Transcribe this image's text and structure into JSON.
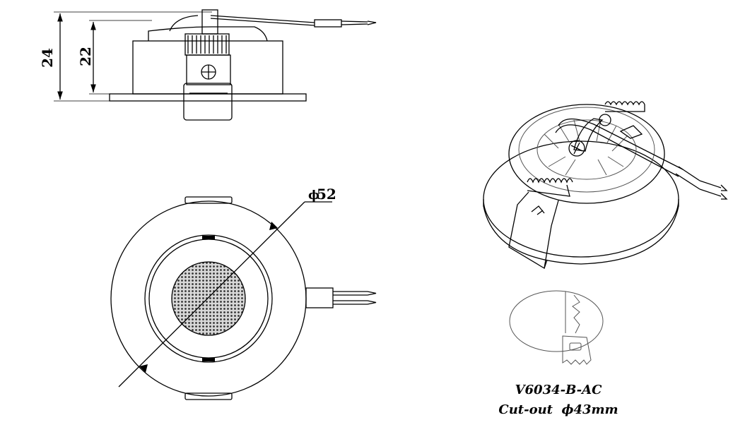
{
  "dimensions": {
    "height_total": "24",
    "height_body": "22",
    "diameter_label": "52",
    "diameter_symbol": "ϕ"
  },
  "caption": {
    "model": "V6034-B-AC",
    "cutout": "Cut-out  ϕ43mm"
  }
}
